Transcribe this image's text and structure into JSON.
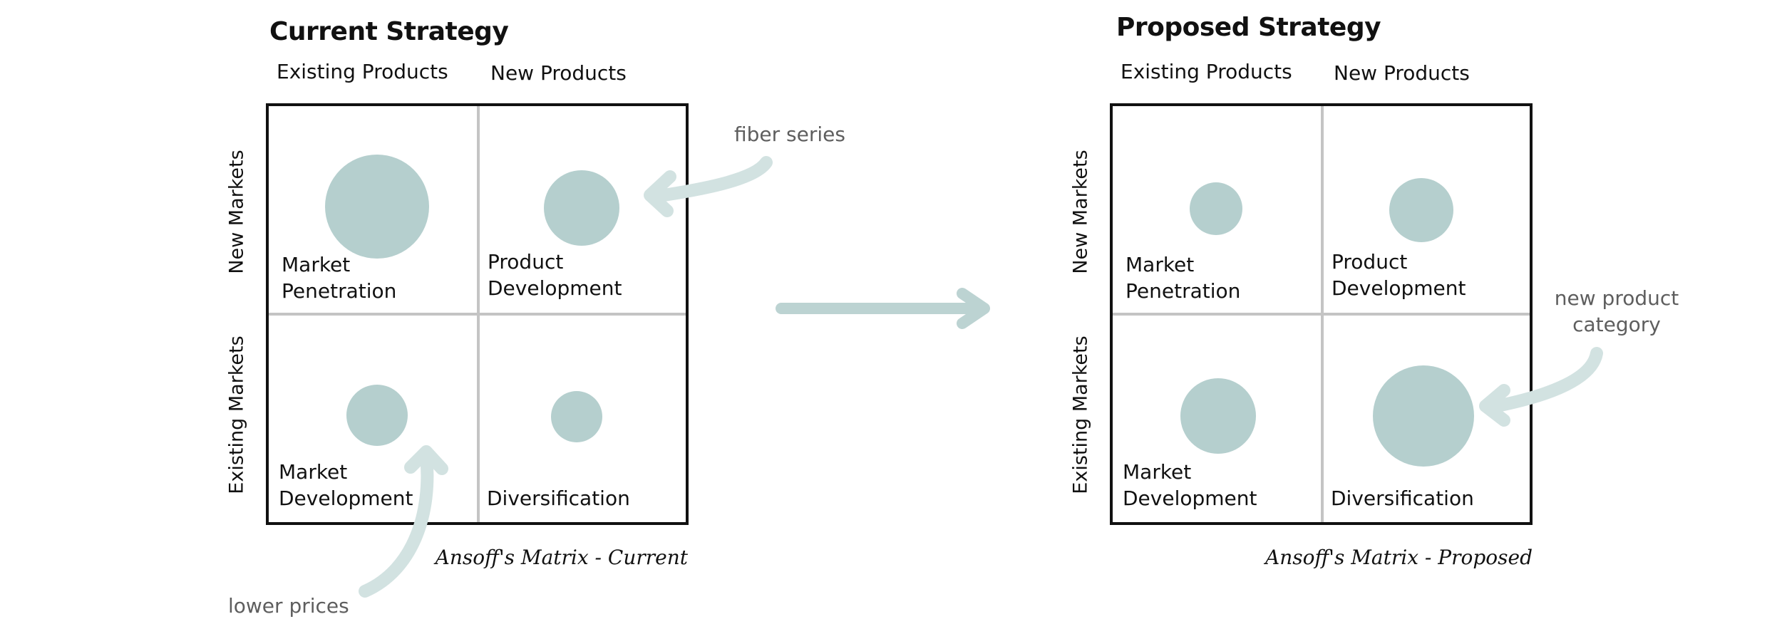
{
  "colors": {
    "bubble": "#b5cfce",
    "arrow": "#d2e2e1",
    "big_arrow": "#bcd3d2",
    "grid": "#c4c4c4",
    "frame": "#111111"
  },
  "matrices": [
    {
      "title": "Current Strategy",
      "columns": [
        "Existing Products",
        "New Products"
      ],
      "rows": [
        "New Markets",
        "Existing Markets"
      ],
      "quadrants": {
        "top_left": "Market\nPenetration",
        "top_right": "Product\nDevelopment",
        "bottom_left": "Market\nDevelopment",
        "bottom_right": "Diversification"
      },
      "caption": "Ansoff's Matrix - Current"
    },
    {
      "title": "Proposed Strategy",
      "columns": [
        "Existing Products",
        "New Products"
      ],
      "rows": [
        "New Markets",
        "Existing Markets"
      ],
      "quadrants": {
        "top_left": "Market\nPenetration",
        "top_right": "Product\nDevelopment",
        "bottom_left": "Market\nDevelopment",
        "bottom_right": "Diversification"
      },
      "caption": "Ansoff's Matrix - Proposed"
    }
  ],
  "annotations": {
    "fiber": "fiber series",
    "lower_prices": "lower prices",
    "new_category": "new product\ncategory"
  },
  "icons": {
    "transition_arrow": "right-arrow-icon"
  }
}
